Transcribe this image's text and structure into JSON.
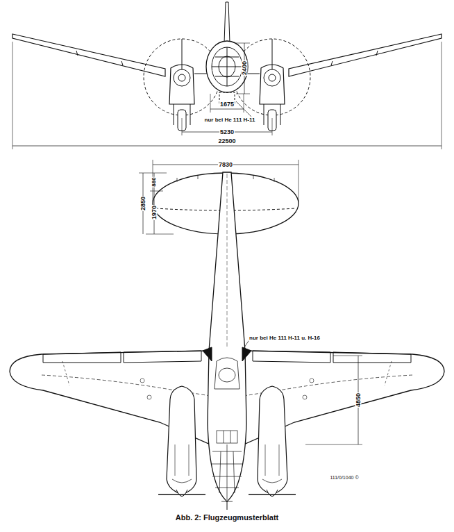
{
  "diagram": {
    "caption": "Abb. 2: Flugzeugmusterblatt",
    "labels": [
      "nur bei He 111 H-11",
      "2400",
      "1675",
      "5230",
      "22500",
      "7830",
      "880",
      "2850",
      "1970",
      "nur bei He 111 H-11 u. H-16",
      "4850",
      "111/0/1040 ©"
    ]
  }
}
